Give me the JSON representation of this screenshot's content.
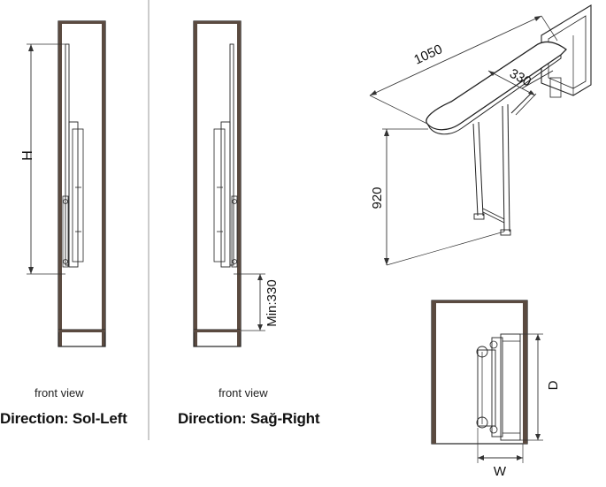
{
  "left_view": {
    "caption": "front view",
    "direction": "Direction: Sol-Left",
    "dim_height": "H"
  },
  "right_view": {
    "caption": "front view",
    "direction": "Direction: Sağ-Right",
    "dim_min": "Min:330"
  },
  "perspective": {
    "length": "1050",
    "width": "330",
    "height": "920"
  },
  "top_view": {
    "depth": "D",
    "width": "W"
  },
  "colors": {
    "cabinet_wall": "#5a4a40",
    "line": "#222222",
    "dim": "#333333"
  }
}
